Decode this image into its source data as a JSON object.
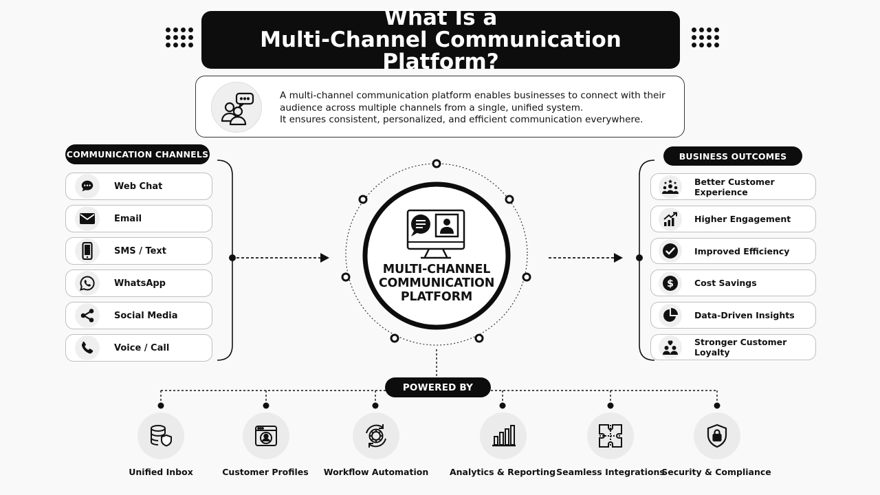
{
  "header": {
    "title_line1": "What Is a",
    "title_line2": "Multi-Channel Communication Platform?"
  },
  "intro": {
    "line1": "A multi-channel communication platform enables businesses to connect with their",
    "line2": "audience across multiple channels from a single, unified system.",
    "line3": "It ensures consistent, personalized, and efficient communication everywhere."
  },
  "channels": {
    "heading": "COMMUNICATION CHANNELS",
    "items": [
      {
        "label": "Web Chat",
        "icon": "chat-bubble-icon"
      },
      {
        "label": "Email",
        "icon": "envelope-icon"
      },
      {
        "label": "SMS / Text",
        "icon": "smartphone-icon"
      },
      {
        "label": "WhatsApp",
        "icon": "whatsapp-icon"
      },
      {
        "label": "Social Media",
        "icon": "share-icon"
      },
      {
        "label": "Voice / Call",
        "icon": "phone-icon"
      }
    ]
  },
  "center": {
    "line1": "MULTI-CHANNEL",
    "line2": "COMMUNICATION",
    "line3": "PLATFORM"
  },
  "outcomes": {
    "heading": "BUSINESS OUTCOMES",
    "items": [
      {
        "label": "Better Customer Experience",
        "icon": "customers-stars-icon"
      },
      {
        "label": "Higher Engagement",
        "icon": "growth-chart-icon"
      },
      {
        "label": "Improved Efficiency",
        "icon": "checkmark-icon"
      },
      {
        "label": "Cost Savings",
        "icon": "dollar-icon"
      },
      {
        "label": "Data-Driven Insights",
        "icon": "pie-chart-icon"
      },
      {
        "label": "Stronger Customer Loyalty",
        "icon": "heart-people-icon"
      }
    ]
  },
  "powered": {
    "heading": "POWERED BY",
    "items": [
      {
        "label": "Unified Inbox",
        "icon": "database-shield-icon"
      },
      {
        "label": "Customer Profiles",
        "icon": "profile-window-icon"
      },
      {
        "label": "Workflow Automation",
        "icon": "gear-cycle-icon"
      },
      {
        "label": "Analytics & Reporting",
        "icon": "bar-chart-icon"
      },
      {
        "label": "Seamless Integrations",
        "icon": "puzzle-icon"
      },
      {
        "label": "Security & Compliance",
        "icon": "shield-lock-icon"
      }
    ]
  }
}
